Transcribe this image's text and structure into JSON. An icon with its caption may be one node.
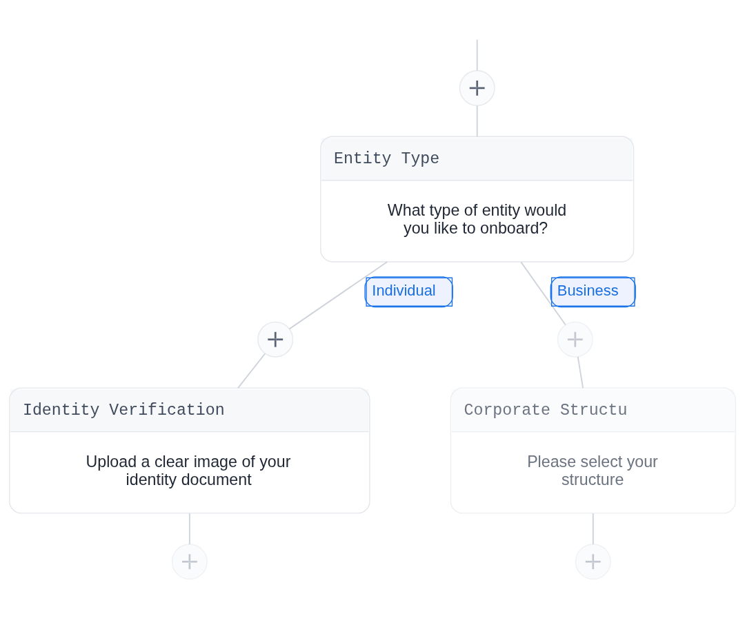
{
  "diagram": {
    "nodes": [
      {
        "text": [],
        "shape": "circle"
      },
      {
        "text": [
          "Entity Type",
          "What type of entity would you like to onboard?"
        ]
      },
      {
        "text": [],
        "shape": "circle"
      },
      {
        "text": [
          "Identity Verification",
          "Upload a clear image of your identity document"
        ]
      },
      {
        "text": [],
        "shape": "circle"
      },
      {
        "text": [],
        "shape": "circle"
      },
      {
        "text": [
          "Corporate Structu",
          "Please select your structure"
        ]
      },
      {
        "text": [],
        "shape": "circle"
      }
    ],
    "edges": [
      {
        "from": null,
        "to": 0,
        "arrow": "none"
      },
      {
        "from": 0,
        "to": 1,
        "arrow": "none"
      },
      {
        "from": 1,
        "to": 2,
        "arrow": "none",
        "label": "Individual"
      },
      {
        "from": 1,
        "to": 5,
        "arrow": "none",
        "label": "Business"
      },
      {
        "from": 2,
        "to": 3,
        "arrow": "none"
      },
      {
        "from": 3,
        "to": 4,
        "arrow": "none"
      },
      {
        "from": 5,
        "to": 6,
        "arrow": "none"
      },
      {
        "from": 6,
        "to": 7,
        "arrow": "none"
      }
    ]
  }
}
